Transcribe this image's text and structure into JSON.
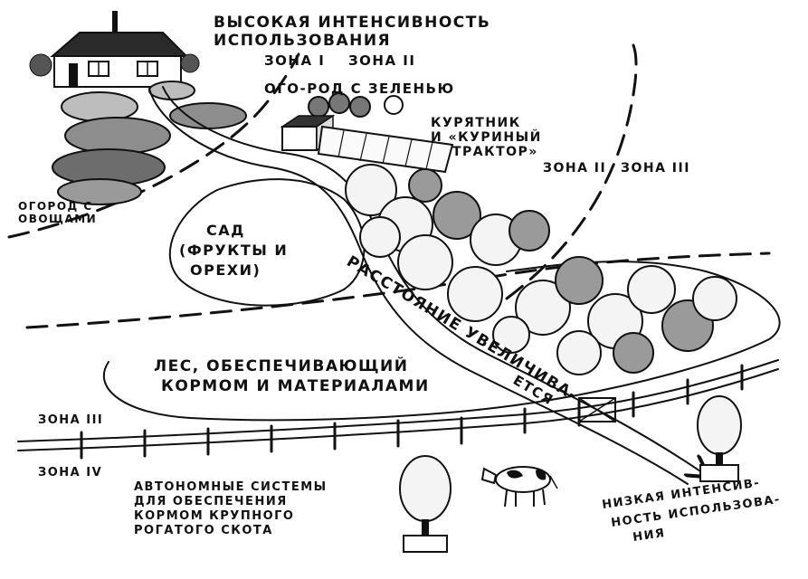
{
  "header": {
    "high_line1": "ВЫСОКАЯ ИНТЕНСИВНОСТЬ",
    "high_line2": "ИСПОЛЬЗОВАНИЯ"
  },
  "zones": {
    "z1": "ЗОНА I",
    "z2_top": "ЗОНА II",
    "z2_mid": "ЗОНА II",
    "z3_mid": "ЗОНА III",
    "z3_left": "ЗОНА III",
    "z4_left": "ЗОНА IV"
  },
  "labels": {
    "kitchen_garden": "ОГО-РОД С ЗЕЛЕНЬЮ",
    "coop_line1": "КУРЯТНИК",
    "coop_line2": "И «КУРИНЫЙ",
    "coop_line3": "ТРАКТОР»",
    "veg_line1": "ОГОРОД С",
    "veg_line2": "ОВОЩАМИ",
    "orchard_line1": "САД",
    "orchard_line2": "(ФРУКТЫ И",
    "orchard_line3": "ОРЕХИ)",
    "forest_line1": "ЛЕС, ОБЕСПЕЧИВАЮЩИЙ",
    "forest_line2": "КОРМОМ И МАТЕРИАЛАМИ",
    "distance_line1": "РАССТОЯНИЕ УВЕЛИЧИВА-",
    "distance_line2": "ЕТСЯ",
    "auto_line1": "АВТОНОМНЫЕ СИСТЕМЫ",
    "auto_line2": "ДЛЯ ОБЕСПЕЧЕНИЯ",
    "auto_line3": "КОРМОМ КРУПНОГО",
    "auto_line4": "РОГАТОГО СКОТА",
    "low_line1": "НИЗКАЯ ИНТЕНСИВ-",
    "low_line2": "НОСТЬ ИСПОЛЬЗОВА-",
    "low_line3": "НИЯ"
  },
  "icons": {
    "house": "house-icon",
    "cow": "cow-icon",
    "coop": "chicken-coop-icon",
    "arrow": "arrow-icon"
  }
}
